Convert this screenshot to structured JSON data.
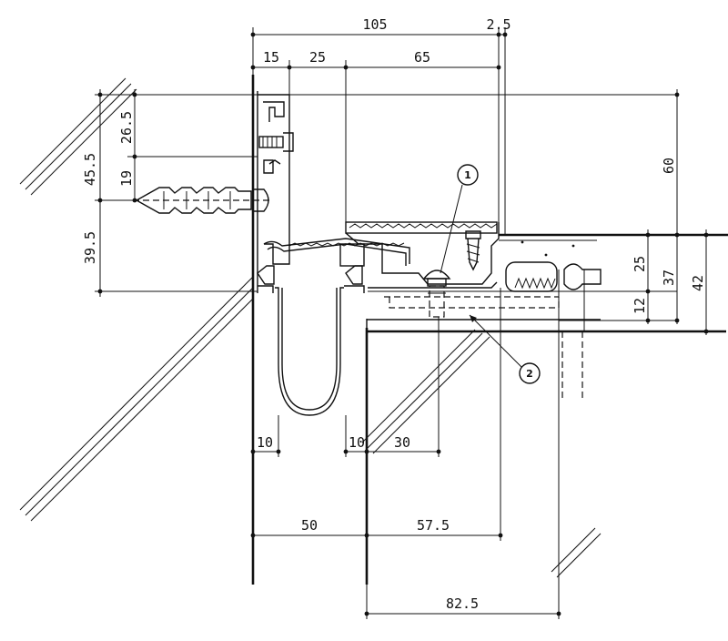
{
  "drawing": {
    "dimensions": {
      "top_total": "105",
      "top_gap": "2.5",
      "top_seg_1": "15",
      "top_seg_2": "25",
      "top_seg_3": "65",
      "left_26_5": "26.5",
      "left_45_5": "45.5",
      "left_19": "19",
      "left_39_5": "39.5",
      "right_60": "60",
      "right_25": "25",
      "right_37": "37",
      "right_42": "42",
      "right_12": "12",
      "bottom_10_a": "10",
      "bottom_10_b": "10",
      "bottom_30": "30",
      "bottom_50": "50",
      "bottom_57_5": "57.5",
      "bottom_82_5": "82.5"
    },
    "callouts": [
      {
        "label": "1"
      },
      {
        "label": "2"
      }
    ]
  }
}
